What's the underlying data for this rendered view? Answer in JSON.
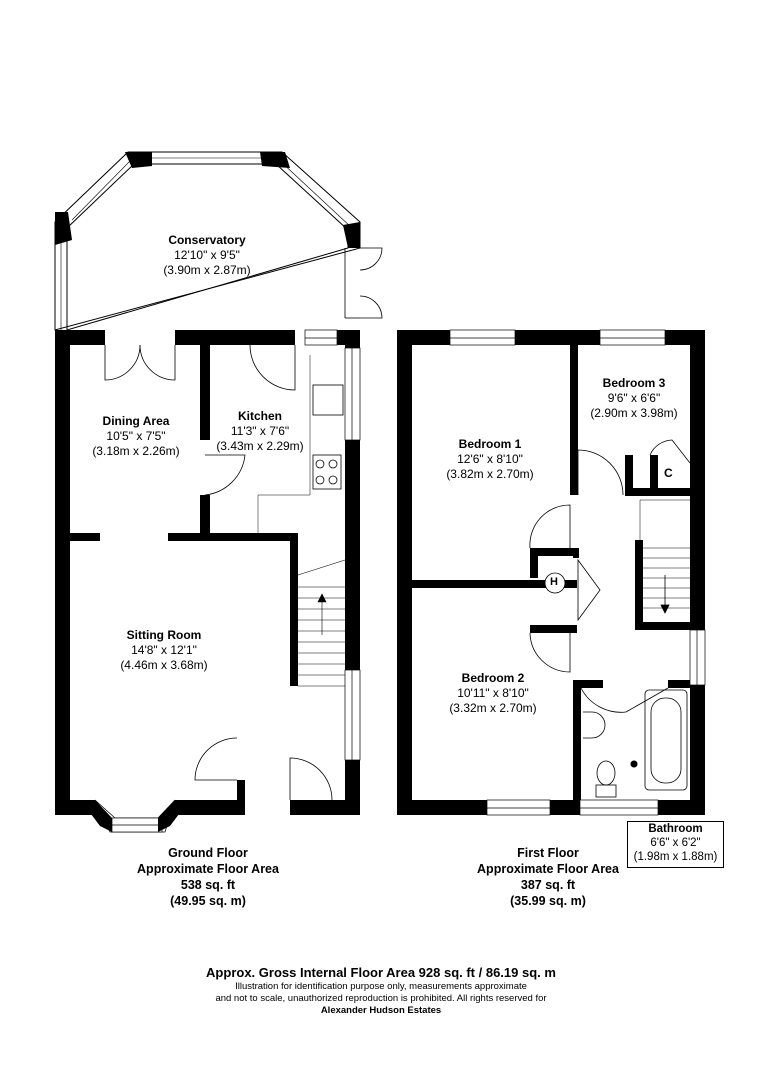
{
  "rooms": {
    "conservatory": {
      "name": "Conservatory",
      "imperial": "12'10\" x 9'5\"",
      "metric": "(3.90m x 2.87m)"
    },
    "dining": {
      "name": "Dining Area",
      "imperial": "10'5\" x 7'5\"",
      "metric": "(3.18m x 2.26m)"
    },
    "kitchen": {
      "name": "Kitchen",
      "imperial": "11'3\" x 7'6\"",
      "metric": "(3.43m x 2.29m)"
    },
    "sitting": {
      "name": "Sitting Room",
      "imperial": "14'8\" x 12'1\"",
      "metric": "(4.46m x 3.68m)"
    },
    "bedroom1": {
      "name": "Bedroom 1",
      "imperial": "12'6\" x 8'10\"",
      "metric": "(3.82m x 2.70m)"
    },
    "bedroom2": {
      "name": "Bedroom 2",
      "imperial": "10'11\" x 8'10\"",
      "metric": "(3.32m x 2.70m)"
    },
    "bedroom3": {
      "name": "Bedroom 3",
      "imperial": "9'6\" x 6'6\"",
      "metric": "(2.90m x 3.98m)"
    },
    "bathroom": {
      "name": "Bathroom",
      "imperial": "6'6\" x 6'2\"",
      "metric": "(1.98m x 1.88m)"
    }
  },
  "symbols": {
    "cupboard": "C",
    "heater": "H"
  },
  "floors": {
    "ground": {
      "name": "Ground Floor",
      "label": "Approximate Floor Area",
      "sqft": "538 sq. ft",
      "sqm": "(49.95 sq. m)"
    },
    "first": {
      "name": "First Floor",
      "label": "Approximate Floor Area",
      "sqft": "387 sq. ft",
      "sqm": "(35.99 sq. m)"
    }
  },
  "footer": {
    "total": "Approx. Gross Internal Floor Area 928 sq. ft / 86.19 sq. m",
    "line1": "Illustration for identification purpose only, measurements approximate",
    "line2": "and not to scale, unauthorized reproduction is prohibited. All rights reserved for",
    "company": "Alexander Hudson Estates"
  }
}
